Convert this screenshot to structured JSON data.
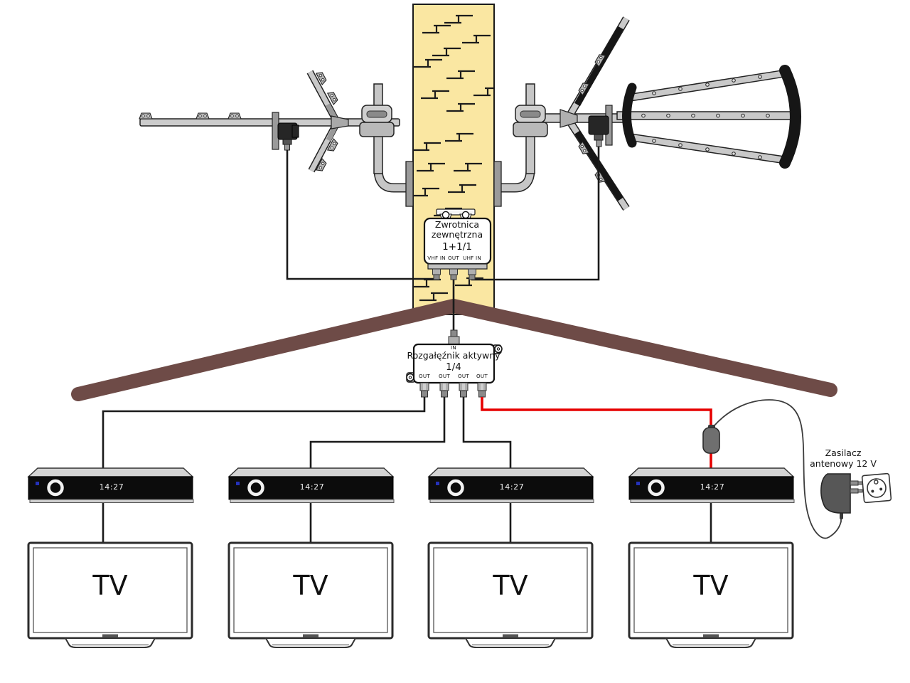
{
  "diagram": {
    "combiner": {
      "name_line1": "Zwrotnica",
      "name_line2": "zewnętrzna",
      "model": "1+1/1",
      "port_vhf": "VHF IN",
      "port_out": "OUT",
      "port_uhf": "UHF IN"
    },
    "splitter": {
      "name": "Rozgałęźnik aktywny",
      "model": "1/4",
      "port_in": "IN",
      "out_ports": [
        "OUT",
        "OUT",
        "OUT",
        "OUT"
      ]
    },
    "power_supply": {
      "label_line1": "Zasilacz",
      "label_line2": "antenowy 12 V"
    },
    "receivers": [
      {
        "clock": "14:27"
      },
      {
        "clock": "14:27"
      },
      {
        "clock": "14:27"
      },
      {
        "clock": "14:27"
      }
    ],
    "tvs": [
      {
        "label": "TV"
      },
      {
        "label": "TV"
      },
      {
        "label": "TV"
      },
      {
        "label": "TV"
      }
    ],
    "colors": {
      "chimney": "#FAE7A2",
      "roof": "#6E4B47",
      "signal_cable": "#1a1a1a",
      "power_cable": "#E60000"
    }
  }
}
